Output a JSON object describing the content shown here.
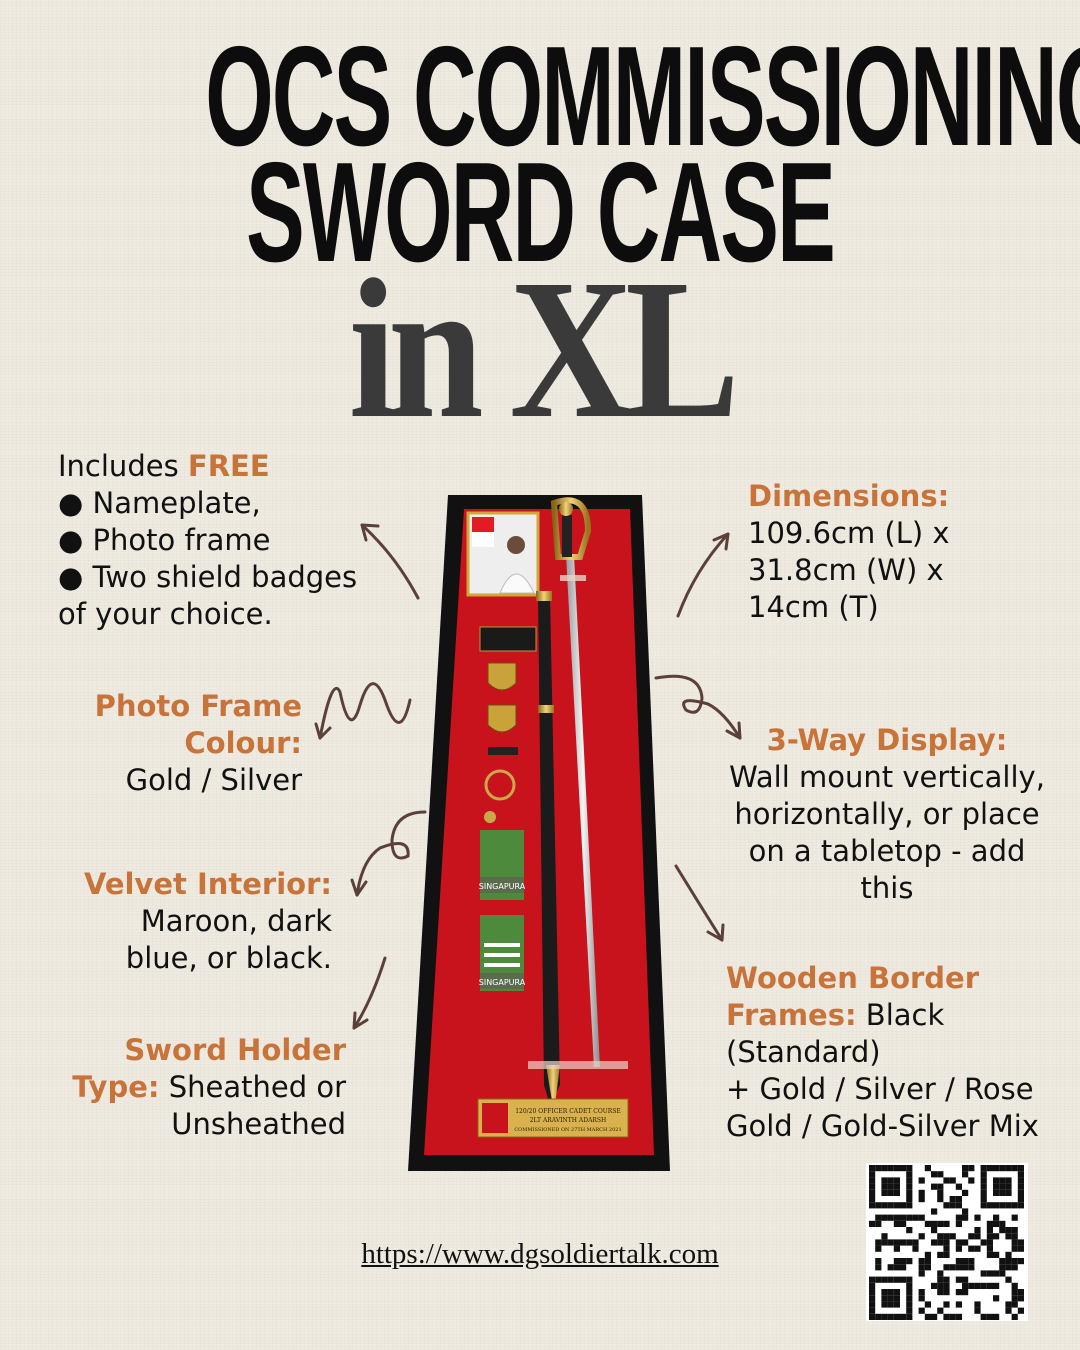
{
  "title": {
    "line1": "OCS COMMISSIONING",
    "line2": "SWORD CASE",
    "line3": "in XL"
  },
  "free": {
    "prefix": "Includes ",
    "highlight": "FREE",
    "items": [
      "● Nameplate,",
      "● Photo frame",
      "● Two shield badges",
      "of your choice."
    ]
  },
  "photo_frame": {
    "label_line1": "Photo Frame",
    "label_line2": "Colour:",
    "value": "Gold / Silver"
  },
  "velvet": {
    "label": "Velvet Interior:",
    "value_line1": "Maroon, dark",
    "value_line2": "blue, or black."
  },
  "holder": {
    "label_line1": "Sword Holder",
    "label_line2": "Type:",
    "value_inline": " Sheathed or",
    "value_line2": "Unsheathed"
  },
  "dimensions": {
    "label": "Dimensions:",
    "lines": [
      "109.6cm (L) x",
      "31.8cm (W) x",
      "14cm (T)"
    ]
  },
  "display": {
    "label": "3-Way Display:",
    "lines": [
      "Wall mount vertically,",
      "horizontally, or place",
      "on a tabletop - add",
      "this"
    ]
  },
  "border": {
    "label_line1": "Wooden Border",
    "label_line2": "Frames:",
    "value_inline": " Black",
    "lines": [
      "(Standard)",
      "+ Gold / Silver / Rose",
      "Gold / Gold-Silver Mix"
    ]
  },
  "product": {
    "rank_text": "SINGAPURA",
    "plaque_line1": "120/20 OFFICER CADET COURSE",
    "plaque_line2": "2LT ARAVINTH ADARSH",
    "plaque_line3": "COMMISSIONED ON 27TH MARCH 2021",
    "colors": {
      "frame": "#111111",
      "velvet": "#c8131c",
      "gold": "#d4a537"
    }
  },
  "url": "https://www.dgsoldiertalk.com",
  "colors": {
    "accent": "#c8733a",
    "background": "#efebe1",
    "arrow": "#5a4038"
  }
}
